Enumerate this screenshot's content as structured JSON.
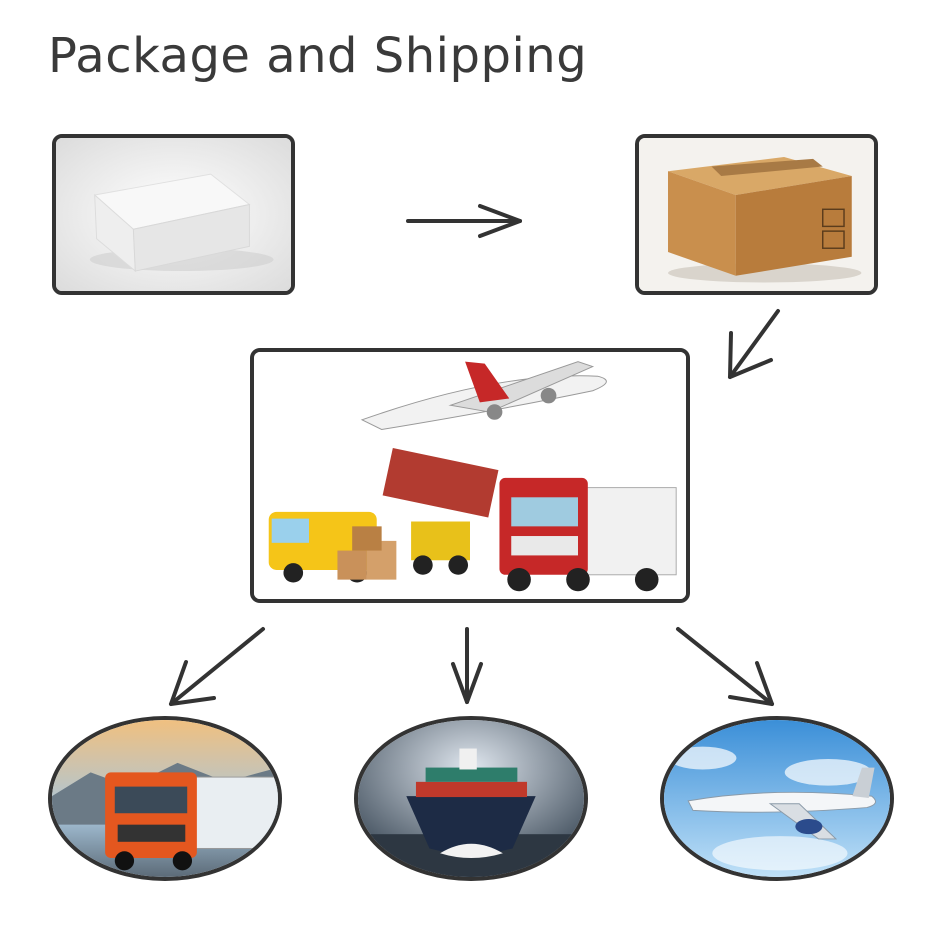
{
  "title": "Package and Shipping",
  "steps": [
    {
      "name": "white-gift-box",
      "icon": "white-box-icon"
    },
    {
      "name": "carton-box",
      "icon": "carton-box-icon"
    },
    {
      "name": "shipping-logistics",
      "icon": "logistics-icon"
    }
  ],
  "methods": [
    {
      "name": "truck-shipping",
      "icon": "truck-icon"
    },
    {
      "name": "sea-shipping",
      "icon": "cargo-ship-icon"
    },
    {
      "name": "air-shipping",
      "icon": "airplane-icon"
    }
  ],
  "colors": {
    "border": "#333333",
    "arrow": "#333333",
    "title": "#3a3a3a"
  }
}
